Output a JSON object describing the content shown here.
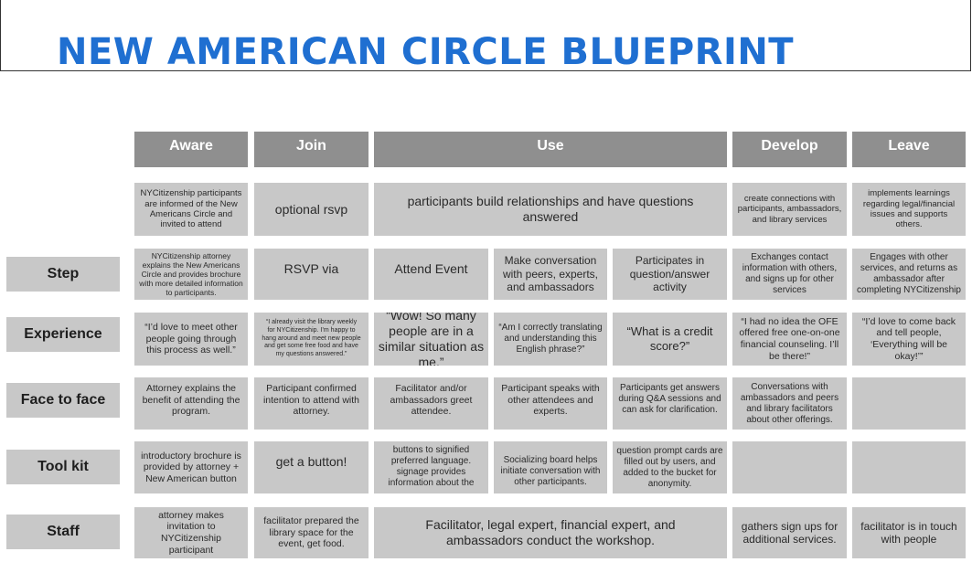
{
  "title": "NEW AMERICAN CIRCLE BLUEPRINT",
  "columns": {
    "aware": "Aware",
    "join": "Join",
    "use": "Use",
    "develop": "Develop",
    "leave": "Leave"
  },
  "row_labels": {
    "step": "Step",
    "experience": "Experience",
    "face": "Face to face",
    "toolkit": "Tool kit",
    "staff": "Staff"
  },
  "summary": {
    "aware": "NYCitizenship participants are informed of the New Americans Circle and invited to attend",
    "join": "optional rsvp",
    "use": "participants build relationships and have questions answered",
    "develop": "create connections with participants, ambassadors, and library services",
    "leave": "implements learnings regarding legal/financial issues and supports others."
  },
  "step": {
    "aware": "NYCitizenship attorney explains the New Americans Circle and provides brochure with more detailed information to participants.",
    "join": "RSVP via",
    "use1": "Attend Event",
    "use2": "Make conversation with peers, experts, and ambassadors",
    "use3": "Participates in question/answer activity",
    "develop": "Exchanges contact information with others, and signs up for other services",
    "leave": "Engages with other services, and  returns as ambassador after completing NYCitizenship"
  },
  "experience": {
    "aware": "“I’d love to meet other people going through this process as well.”",
    "join": "“I already visit the library weekly for NYCitizenship. I’m happy to hang around and meet new people and get some free food and have my questions answered.”",
    "use1": "“Wow! So many people are in a similar situation as me.”",
    "use2": "“Am I correctly translating and understanding this English phrase?”",
    "use3": "“What is a credit score?”",
    "develop": "“I had no idea the OFE offered free one-on-one financial counseling. I’ll be there!”",
    "leave": "“I’d love to come back and tell people, ‘Everything will be okay!’”"
  },
  "face": {
    "aware": "Attorney explains the benefit of attending the program.",
    "join": "Participant confirmed intention to attend with attorney.",
    "use1": "Facilitator and/or ambassadors greet attendee.",
    "use2": "Participant speaks with other attendees and experts.",
    "use3": "Participants get answers during Q&A sessions and can ask for clarification.",
    "develop": "Conversations with ambassadors and peers and library facilitators about other offerings.",
    "leave": ""
  },
  "toolkit": {
    "aware": "introductory brochure is provided by attorney + New American button",
    "join": "get a button!",
    "use1": "buttons to signified preferred language. signage provides information about the",
    "use2": "Socializing board helps initiate conversation with other participants.",
    "use3": "question prompt cards are filled out by users, and added to the bucket for anonymity.",
    "develop": "",
    "leave": ""
  },
  "staff": {
    "aware": "attorney makes invitation to NYCitizenship participant",
    "join": "facilitator prepared the library space for the event, get food.",
    "use": "Facilitator, legal expert, financial expert, and ambassadors conduct the workshop.",
    "develop": "gathers sign ups for additional services.",
    "leave": "facilitator is in touch with people"
  }
}
